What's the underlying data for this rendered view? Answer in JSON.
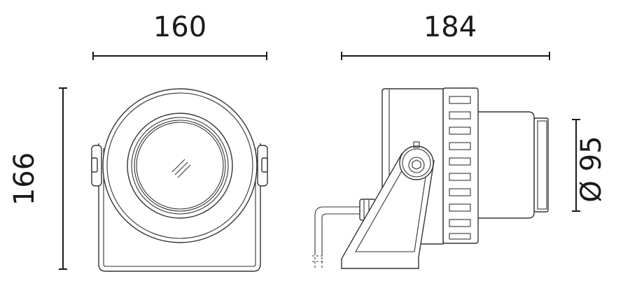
{
  "dimensions": {
    "width_front": "160",
    "depth_side": "184",
    "height": "166",
    "lens_diameter": "Ø 95"
  },
  "colors": {
    "line": "#1a1a1a",
    "background": "#ffffff"
  }
}
